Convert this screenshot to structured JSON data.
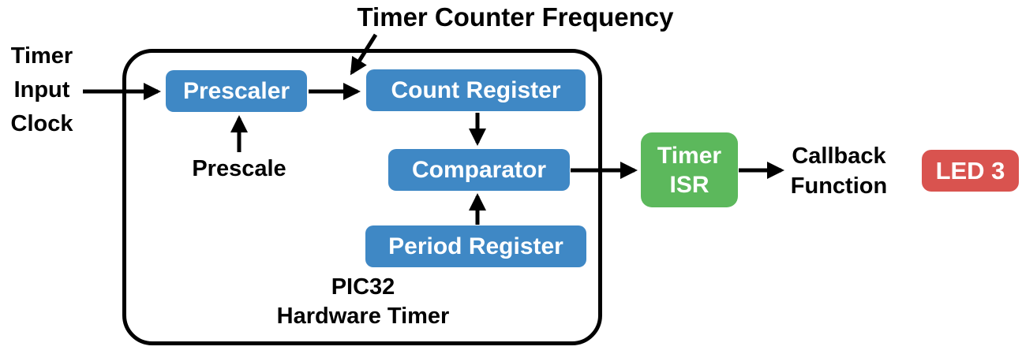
{
  "diagram": {
    "title": "Timer Counter Frequency",
    "colors": {
      "box_blue": "#3F88C5",
      "box_green": "#5CB85C",
      "box_red": "#D9534F",
      "box_text": "#FFFFFF",
      "line": "#000000",
      "background": "#FFFFFF"
    },
    "external_labels": {
      "timer_input_clock_lines": [
        "Timer",
        "Input",
        "Clock"
      ],
      "prescale": "Prescale",
      "callback_function_lines": [
        "Callback",
        "Function"
      ]
    },
    "container": {
      "label_lines": [
        "PIC32",
        "Hardware Timer"
      ]
    },
    "blocks": {
      "prescaler": "Prescaler",
      "count_register": "Count Register",
      "comparator": "Comparator",
      "period_register": "Period Register",
      "timer_isr_lines": [
        "Timer",
        "ISR"
      ],
      "led": "LED 3"
    }
  }
}
